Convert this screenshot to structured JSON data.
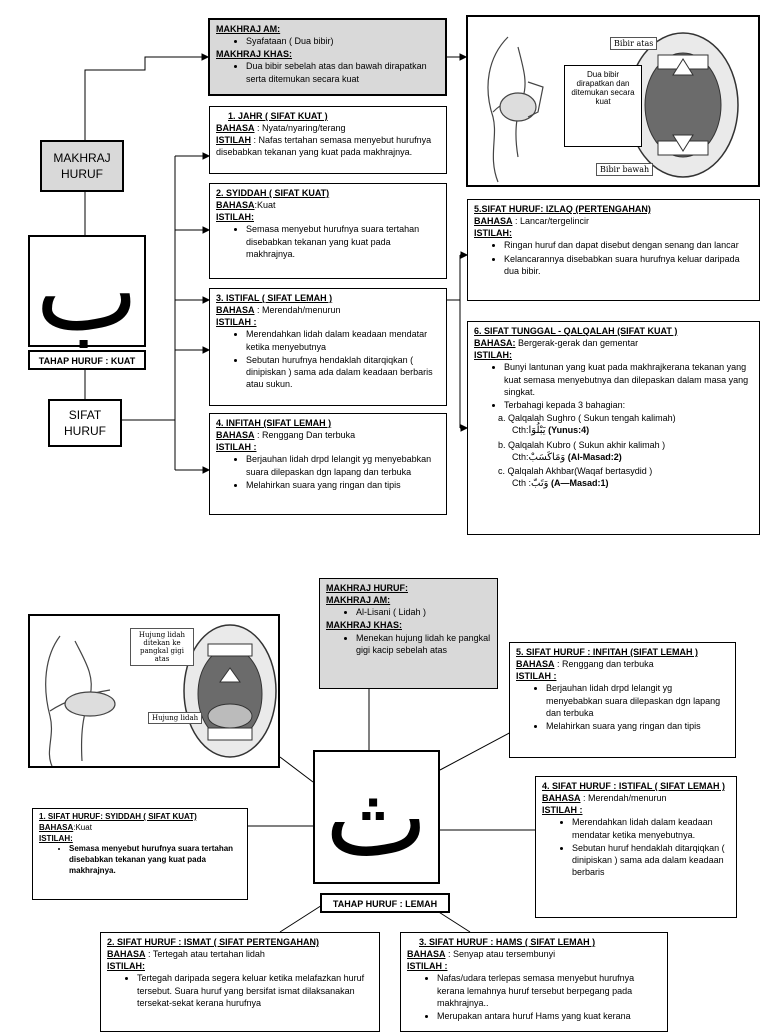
{
  "top": {
    "makhraj_box": {
      "title1": "MAKHRAJ AM:",
      "am": "Syafataan ( Dua bibir)",
      "title2": "MAKHRAJ KHAS:",
      "khas": "Dua bibir sebelah atas dan bawah dirapatkan serta ditemukan secara kuat"
    },
    "makhraj_huruf_label": "MAKHRAJ HURUF",
    "letter": "ب",
    "tahap_label": "TAHAP HURUF : KUAT",
    "sifat_label": "SIFAT HURUF",
    "image": {
      "center_text": "Dua bibir dirapatkan dan ditemukan secara kuat",
      "label_top": "Bibir atas",
      "label_bottom": "Bibir bawah"
    },
    "jahr": {
      "title": "1.   JAHR ( SIFAT KUAT )",
      "bahasa_label": "BAHASA",
      "bahasa": " : Nyata/nyaring/terang",
      "istilah_label": "ISTILAH",
      "istilah": " : Nafas tertahan semasa menyebut hurufnya disebabkan tekanan yang kuat pada makhrajnya."
    },
    "syiddah": {
      "title": "2.  SYIDDAH ( SIFAT KUAT)",
      "bahasa_label": "BAHASA",
      "bahasa": ":Kuat",
      "istilah_label": "ISTILAH:",
      "items": [
        "Semasa menyebut hurufnya suara tertahan disebabkan tekanan yang kuat pada makhrajnya."
      ]
    },
    "istifal": {
      "title": "3. ISTIFAL ( SIFAT LEMAH )",
      "bahasa_label": "BAHASA",
      "bahasa": " : Merendah/menurun",
      "istilah_label": "ISTILAH :",
      "items": [
        "Merendahkan lidah dalam keadaan mendatar ketika menyebutnya",
        "Sebutan hurufnya hendaklah ditarqiqkan ( dinipiskan ) sama ada dalam keadaan berbaris atau sukun."
      ]
    },
    "infitah": {
      "title": "4. INFITAH (SIFAT LEMAH )",
      "bahasa_label": "BAHASA",
      "bahasa": " : Renggang Dan terbuka",
      "istilah_label": "ISTILAH :",
      "items": [
        "Berjauhan lidah drpd lelangit yg menyebabkan suara dilepaskan dgn lapang dan terbuka",
        "Melahirkan suara yang ringan dan tipis"
      ]
    },
    "izlaq": {
      "title": "5.SIFAT HURUF: IZLAQ (PERTENGAHAN)",
      "bahasa_label": "BAHASA",
      "bahasa": " : Lancar/tergelincir",
      "istilah_label": "ISTILAH:",
      "items": [
        "Ringan huruf dan dapat disebut dengan senang dan lancar",
        "Kelancarannya disebabkan suara hurufnya keluar daripada dua bibir."
      ]
    },
    "qalqalah": {
      "title": "6. SIFAT TUNGGAL - QALQALAH (SIFAT KUAT )",
      "bahasa_label": "BAHASA:",
      "bahasa": " Bergerak-gerak dan gementar",
      "istilah_label": "ISTILAH:",
      "items": [
        "Bunyi lantunan yang kuat pada makhrajkerana tekanan yang kuat semasa menyebutnya dan dilepaskan dalam masa yang singkat.",
        "Terbahagi kepada 3 bahagian:"
      ],
      "sub": [
        {
          "label": "a.",
          "text": "Qalqalah Sughro ( Sukun tengah kalimah)",
          "cth": "Cth:",
          "arabic": "يَبْلُوَا",
          "ref": " (Yunus:4)"
        },
        {
          "label": "b.",
          "text": "Qalqalah Kubro ( Sukun akhir kalimah )",
          "cth": "Cth:",
          "arabic": "وَمَاكَسَبْ",
          "ref": " (Al-Masad:2)"
        },
        {
          "label": "c.",
          "text": "Qalqalah Akhbar(Waqaf bertasydid )",
          "cth": "Cth :",
          "arabic": "وَتَبّ",
          "ref": " (A—Masad:1)"
        }
      ]
    }
  },
  "bottom": {
    "makhraj_box": {
      "title0": "MAKHRAJ HURUF:",
      "title1": "MAKHRAJ AM:",
      "am": "Al-Lisani ( Lidah )",
      "title2": "MAKHRAJ KHAS:",
      "khas": "Menekan hujung lidah ke pangkal gigi kacip sebelah atas"
    },
    "image": {
      "label_top": "Hujung lidah ditekan ke pangkal gigi atas",
      "label_bottom": "Hujung lidah"
    },
    "letter": "ث",
    "tahap_label": "TAHAP HURUF : LEMAH",
    "infitah": {
      "title": "5. SIFAT HURUF : INFITAH (SIFAT LEMAH )",
      "bahasa_label": "BAHASA",
      "bahasa": " : Renggang dan terbuka",
      "istilah_label": "ISTILAH :",
      "items": [
        "Berjauhan lidah drpd lelangit yg menyebabkan suara dilepaskan dgn lapang dan terbuka",
        "Melahirkan suara yang ringan dan tipis"
      ]
    },
    "istifal": {
      "title": "4. SIFAT HURUF : ISTIFAL ( SIFAT LEMAH )",
      "bahasa_label": "BAHASA",
      "bahasa": " : Merendah/menurun",
      "istilah_label": "ISTILAH :",
      "items": [
        "Merendahkan lidah dalam keadaan  mendatar ketika menyebutnya.",
        "Sebutan huruf hendaklah ditarqiqkan ( dinipiskan ) sama ada dalam keadaan berbaris"
      ]
    },
    "syiddah": {
      "title": "1. SIFAT HURUF: SYIDDAH ( SIFAT KUAT)",
      "bahasa_label": "BAHASA",
      "bahasa": ":Kuat",
      "istilah_label": "ISTILAH:",
      "items": [
        "Semasa menyebut hurufnya suara tertahan disebabkan tekanan yang kuat pada makhrajnya."
      ]
    },
    "ismat": {
      "title": "2. SIFAT HURUF : ISMAT ( SIFAT PERTENGAHAN)",
      "bahasa_label": "BAHASA",
      "bahasa": " : Tertegah atau tertahan lidah",
      "istilah_label": "ISTILAH:",
      "items": [
        "Tertegah daripada segera keluar ketika melafazkan huruf tersebut. Suara huruf yang bersifat ismat dilaksanakan tersekat-sekat kerana hurufnya"
      ]
    },
    "hams": {
      "title": "3.    SIFAT HURUF : HAMS ( SIFAT LEMAH )",
      "bahasa_label": "BAHASA",
      "bahasa": " : Senyap atau tersembunyi",
      "istilah_label": "ISTILAH :",
      "items": [
        "Nafas/udara terlepas semasa menyebut hurufnya kerana lemahnya huruf tersebut berpegang pada makhrajnya..",
        "Merupakan antara huruf Hams yang kuat kerana"
      ]
    }
  }
}
